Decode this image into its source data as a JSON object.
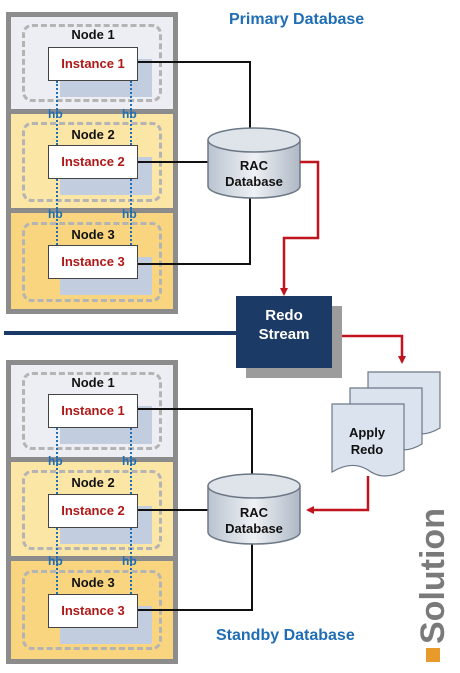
{
  "titles": {
    "primary": "Primary Database",
    "standby": "Standby Database"
  },
  "primary": {
    "nodes": [
      "Node 1",
      "Node 2",
      "Node 3"
    ],
    "instances": [
      "Instance 1",
      "Instance 2",
      "Instance 3"
    ],
    "heartbeat": "hb",
    "database": [
      "RAC",
      "Database"
    ]
  },
  "standby": {
    "nodes": [
      "Node 1",
      "Node 2",
      "Node 3"
    ],
    "instances": [
      "Instance 1",
      "Instance 2",
      "Instance 3"
    ],
    "heartbeat": "hb",
    "database": [
      "RAC",
      "Database"
    ]
  },
  "redo_stream": [
    "Redo",
    "Stream"
  ],
  "apply_redo": [
    "Apply",
    "Redo"
  ],
  "brand": "Solution",
  "colors": {
    "title_blue": "#1f6eb5",
    "instance_red": "#b01818",
    "arrow_red": "#c0151c",
    "redo_navy": "#1c3a66"
  }
}
